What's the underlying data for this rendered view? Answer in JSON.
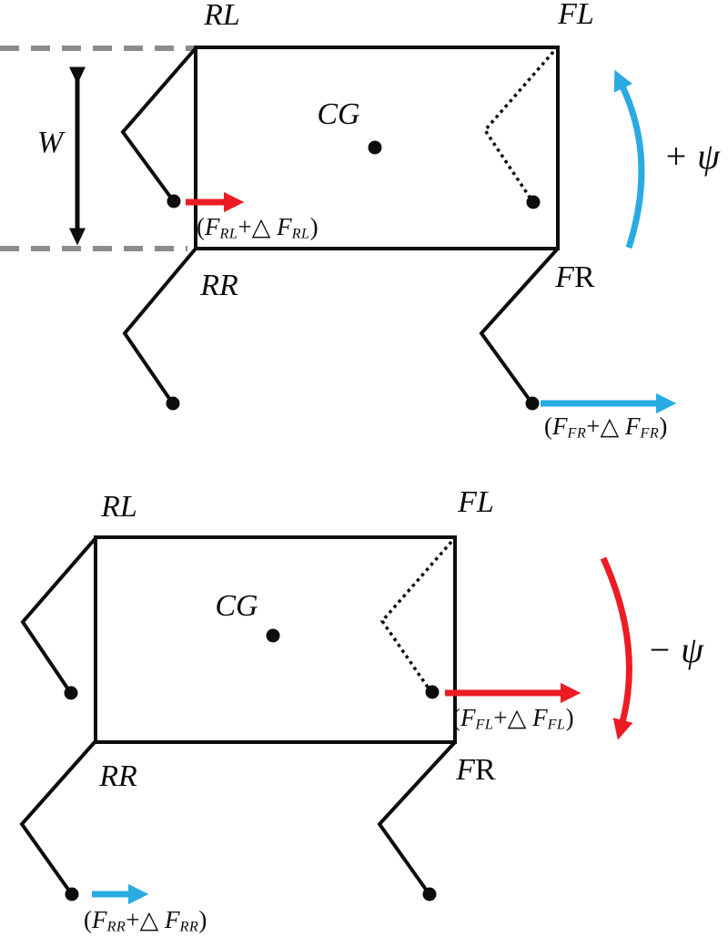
{
  "colors": {
    "red": "#EC1C24",
    "blue": "#29ABE2",
    "gray": "#8C8C8C",
    "ink": "#0D0D0D"
  },
  "top": {
    "width_label": "W",
    "yaw_label": "+ ψ",
    "cg_label": "CG",
    "leg_rl": "RL",
    "leg_fl": "FL",
    "leg_rr": "RR",
    "leg_fr_f": "F",
    "leg_fr_r": "R",
    "force_rl": {
      "open": "(",
      "f1": "F",
      "sub1": "RL",
      "mid": "+△ ",
      "f2": "F",
      "sub2": "RL",
      "close": ")"
    },
    "force_fr": {
      "open": "(",
      "f1": "F",
      "sub1": "FR",
      "mid": "+△ ",
      "f2": "F",
      "sub2": "FR",
      "close": ")"
    }
  },
  "bottom": {
    "yaw_label": "− ψ",
    "cg_label": "CG",
    "leg_rl": "RL",
    "leg_fl": "FL",
    "leg_rr": "RR",
    "leg_fr_f": "F",
    "leg_fr_r": "R",
    "force_fl": {
      "open": "(",
      "f1": "F",
      "sub1": "FL",
      "mid": "+△ ",
      "f2": "F",
      "sub2": "FL",
      "close": ")"
    },
    "force_rr": {
      "open": "(",
      "f1": "F",
      "sub1": "RR",
      "mid": "+△ ",
      "f2": "F",
      "sub2": "RR",
      "close": ")"
    }
  }
}
